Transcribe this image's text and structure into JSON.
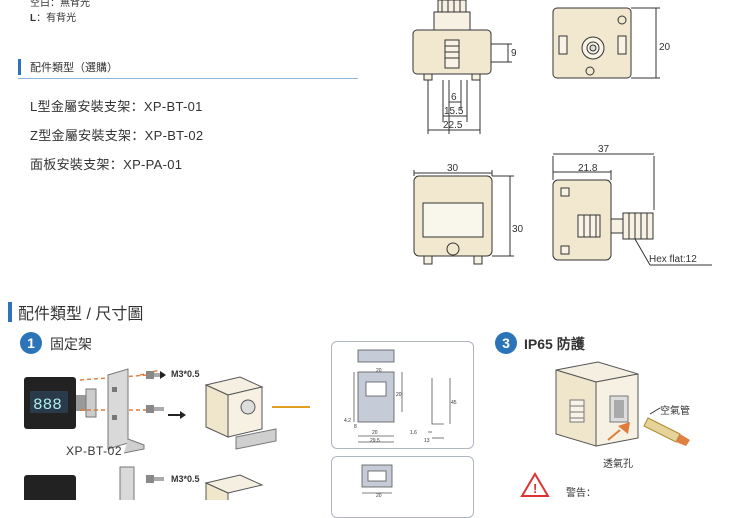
{
  "backlight_note_1": "空白：無背光",
  "backlight_note_2_key": "L",
  "backlight_note_2_text": "：有背光",
  "accessory_section": "配件類型（選購）",
  "accessories": [
    {
      "label": "L型金屬安裝支架：XP-BT-01"
    },
    {
      "label": "Z型金屬安裝支架：XP-BT-02"
    },
    {
      "label": "面板安裝支架：XP-PA-01"
    }
  ],
  "dims_top": {
    "d9": "9",
    "d6": "6",
    "d15_5": "15.5",
    "d22_5": "22.5",
    "d20": "20"
  },
  "dims_bottom": {
    "d30w": "30",
    "d30h": "30",
    "d37": "37",
    "d21_8": "21.8",
    "hex": "Hex flat:12"
  },
  "types_title": "配件類型 / 尺寸圖",
  "item1": {
    "num": "1",
    "title": "固定架",
    "screw": "M3*0.5",
    "code": "XP-BT-02",
    "screw2": "M3*0.5"
  },
  "item3": {
    "num": "3",
    "title": "IP65 防護",
    "air_tube": "空氣管",
    "vent_hole": "透氣孔",
    "warning": "警告："
  },
  "drawing_dims": {
    "d20a": "20",
    "d45": "45",
    "d20b": "20",
    "d4_2": "4.2",
    "d8": "8",
    "d20c": "20",
    "d29_5": "29.5",
    "d1_6": "1.6",
    "d13": "13",
    "d20d": "20"
  },
  "colors": {
    "accent": "#2b74b8",
    "body": "#f1e8cf",
    "line": "#333333"
  }
}
